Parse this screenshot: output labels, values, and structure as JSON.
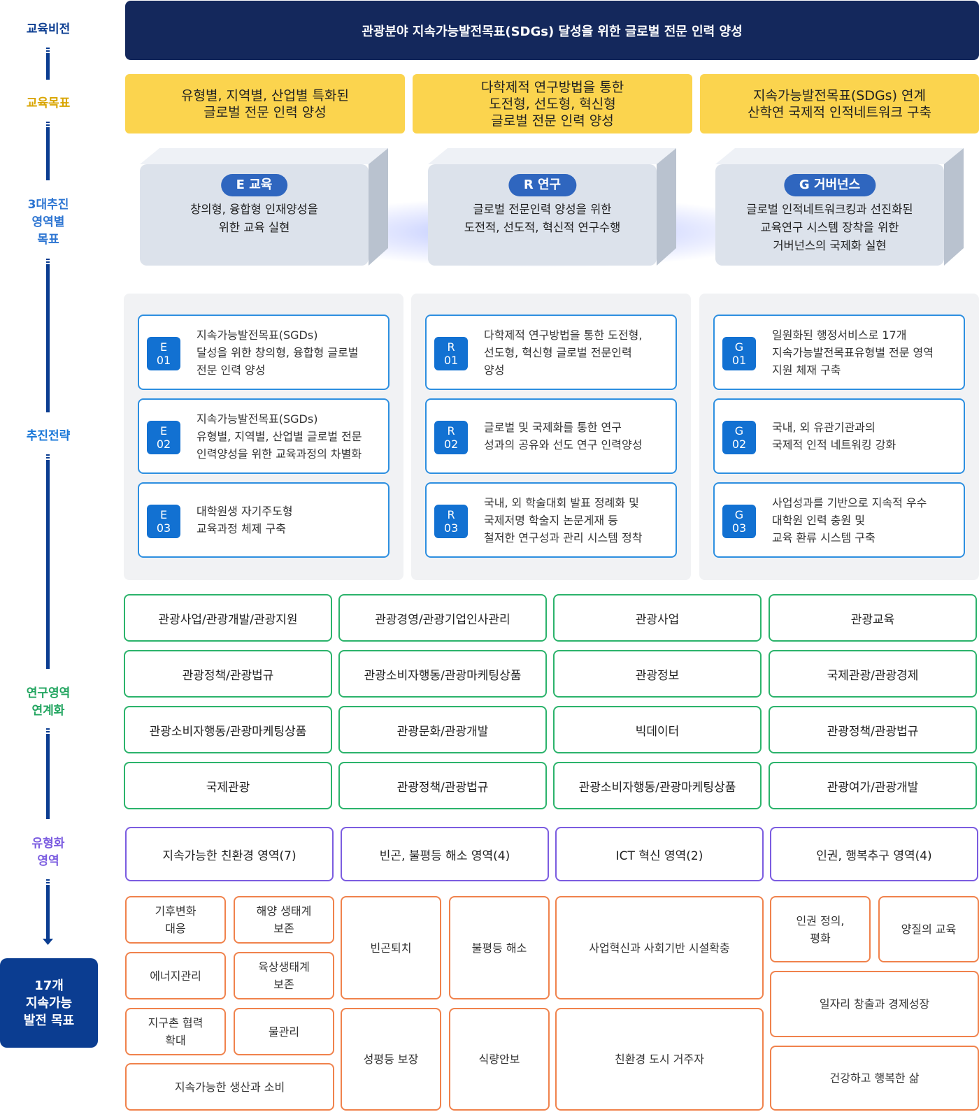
{
  "timeline": {
    "labels": [
      {
        "text": "교육비전",
        "color": "#0b3d91"
      },
      {
        "text": "교육목표",
        "color": "#d9a500"
      },
      {
        "text": "3대추진\n영역별\n목표",
        "color": "#2d75d2"
      },
      {
        "text": "추진전략",
        "color": "#1a78d8"
      },
      {
        "text": "연구영역\n연계화",
        "color": "#22a560"
      },
      {
        "text": "유형화\n영역",
        "color": "#7b5ce0"
      }
    ],
    "final": "17개\n지속가능\n발전 목표"
  },
  "vision": "관광분야 지속가능발전목표(SDGs) 달성을 위한 글로벌 전문 인력 양성",
  "goals": [
    "유형별, 지역별, 산업별 특화된\n글로벌 전문 인력 양성",
    "다학제적 연구방법을 통한\n도전형, 선도형, 혁신형\n글로벌 전문 인력 양성",
    "지속가능발전목표(SDGs) 연계\n산학연 국제적 인적네트워크 구축"
  ],
  "pillars": [
    {
      "tag": "E 교육",
      "desc": "창의형, 융합형 인재양성을\n위한 교육 실현"
    },
    {
      "tag": "R 연구",
      "desc": "글로벌 전문인력 양성을 위한\n도전적, 선도적, 혁신적 연구수행"
    },
    {
      "tag": "G 거버넌스",
      "desc": "글로벌 인적네트워크킹과 선진화된\n교육연구 시스템 장착을 위한\n거버넌스의 국제화 실현"
    }
  ],
  "strategies": [
    [
      {
        "letter": "E",
        "num": "01",
        "text": "지속가능발전목표(SGDs)\n달성을 위한 창의형, 융합형 글로벌\n전문 인력 양성"
      },
      {
        "letter": "E",
        "num": "02",
        "text": "지속가능발전목표(SGDs)\n유형별, 지역별, 산업별 글로벌 전문\n인력양성을 위한 교육과정의 차별화"
      },
      {
        "letter": "E",
        "num": "03",
        "text": "대학원생 자기주도형\n교육과정 체제 구축"
      }
    ],
    [
      {
        "letter": "R",
        "num": "01",
        "text": "다학제적 연구방법을 통한 도전형,\n선도형, 혁신형 글로벌 전문인력\n양성"
      },
      {
        "letter": "R",
        "num": "02",
        "text": "글로벌 및 국제화를 통한 연구\n성과의 공유와 선도 연구 인력양성"
      },
      {
        "letter": "R",
        "num": "03",
        "text": "국내, 외 학술대회 발표 정례화 및\n국제저명 학술지 논문게재 등\n철저한 연구성과 관리 시스템 정착"
      }
    ],
    [
      {
        "letter": "G",
        "num": "01",
        "text": "일원화된 행정서비스로 17개\n지속가능발전목표유형별 전문 영역\n지원 체재 구축"
      },
      {
        "letter": "G",
        "num": "02",
        "text": "국내, 외 유관기관과의\n국제적 인적 네트워킹 강화"
      },
      {
        "letter": "G",
        "num": "03",
        "text": "사업성과를 기반으로 지속적 우수\n대학원 인력 충원 및\n교육 환류 시스템 구축"
      }
    ]
  ],
  "research_areas": [
    [
      "관광사업/관광개발/관광지원",
      "관광경영/관광기업인사관리",
      "관광사업",
      "관광교육"
    ],
    [
      "관광정책/관광법규",
      "관광소비자행동/관광마케팅상품",
      "관광정보",
      "국제관광/관광경제"
    ],
    [
      "관광소비자행동/관광마케팅상품",
      "관광문화/관광개발",
      "빅데이터",
      "관광정책/관광법규"
    ],
    [
      "국제관광",
      "관광정책/관광법규",
      "관광소비자행동/관광마케팅상품",
      "관광여가/관광개발"
    ]
  ],
  "categories": [
    "지속가능한 친환경 영역(7)",
    "빈곤, 불평등 해소 영역(4)",
    "ICT 혁신 영역(2)",
    "인권, 행복추구 영역(4)"
  ],
  "sdgs": {
    "env": [
      "기후변화\n대응",
      "해양 생태계\n보존",
      "에너지관리",
      "육상생태계\n보존",
      "지구촌 협력\n확대",
      "물관리",
      "지속가능한 생산과 소비"
    ],
    "poverty": [
      "빈곤퇴치",
      "불평등 해소",
      "성평등 보장",
      "식량안보"
    ],
    "ict": [
      "사업혁신과 사회기반 시설확충",
      "친환경 도시 거주자"
    ],
    "rights": [
      "인권 정의,\n평화",
      "양질의 교육",
      "일자리 창출과 경제성장",
      "건강하고 행복한 삶"
    ]
  },
  "colors": {
    "navy": "#14285c",
    "yellow": "#fbd44e",
    "blue": "#2d8fe0",
    "green": "#2bb36b",
    "purple": "#7b5ce0",
    "orange": "#f0824c"
  }
}
